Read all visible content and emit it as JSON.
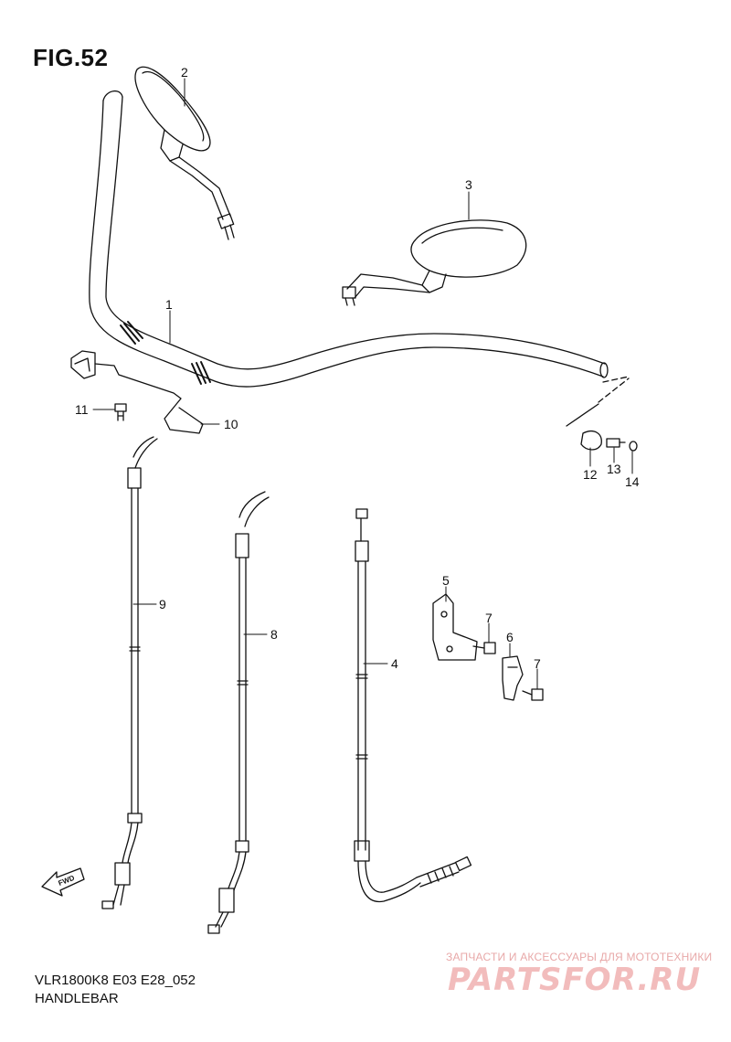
{
  "figure_title": "FIG.52",
  "footer": {
    "model_code": "VLR1800K8 E03 E28_052",
    "section_name": "HANDLEBAR"
  },
  "fwd_label": "FWD",
  "callouts": [
    "1",
    "2",
    "3",
    "4",
    "5",
    "6",
    "7",
    "7",
    "8",
    "9",
    "10",
    "11",
    "12",
    "13",
    "14"
  ],
  "watermark": {
    "tagline": "ЗАПЧАСТИ И АКСЕССУАРЫ ДЛЯ МОТОТЕХНИКИ",
    "brand": "PARTSFOR.RU"
  },
  "colors": {
    "line": "#111111",
    "watermark": "#f2bcbc"
  }
}
